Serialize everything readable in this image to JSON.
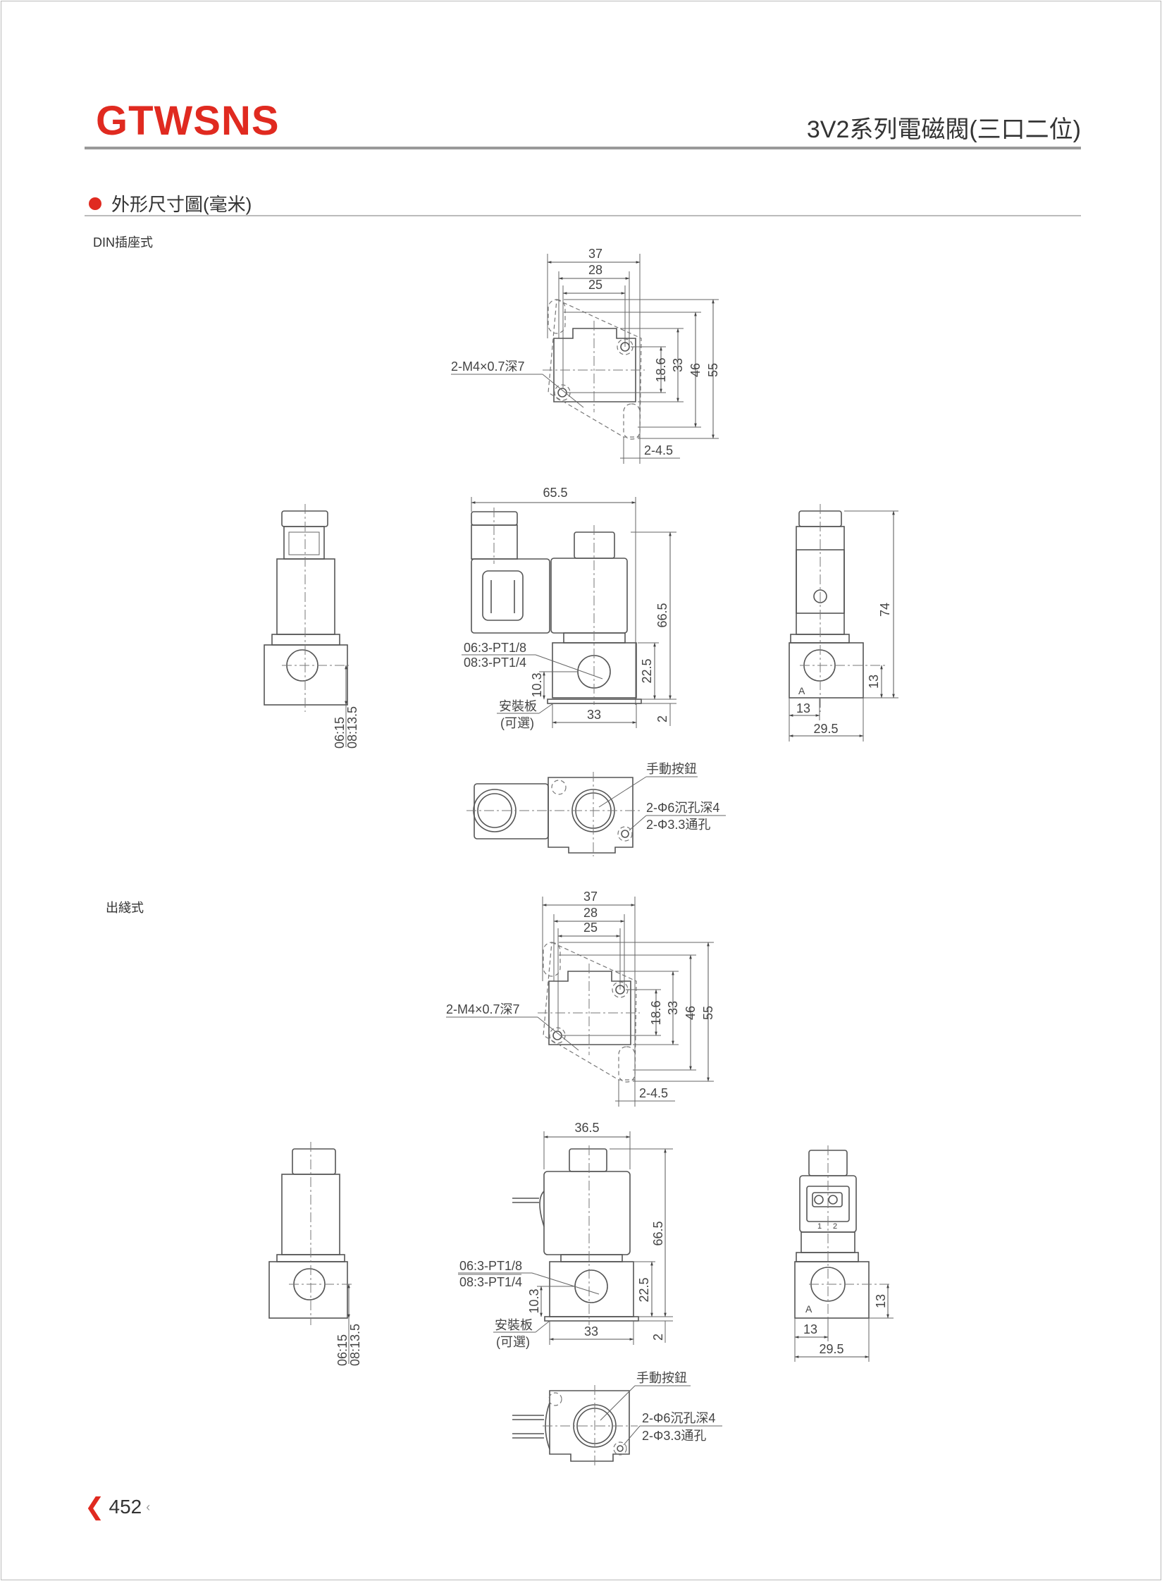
{
  "header": {
    "logo": "GTWSNS",
    "title": "3V2系列電磁閥(三口二位)"
  },
  "section": {
    "title": "外形尺寸圖(毫米)"
  },
  "din": {
    "label": "DIN插座式",
    "top": {
      "w37": "37",
      "w28": "28",
      "w25": "25",
      "h18": "18.6",
      "h33": "33",
      "h46": "46",
      "h55": "55",
      "thread": "2-M4×0.7深7",
      "slot": "2-4.5"
    },
    "front": {
      "w": "65.5",
      "h": "66.5",
      "h22": "22.5",
      "h10": "10.3",
      "h2": "2",
      "w33": "33",
      "port1": "06:3-PT1/8",
      "port2": "08:3-PT1/4",
      "plate": "安裝板",
      "optional": "(可選)"
    },
    "side": {
      "d1": "06:15",
      "d2": "08:13.5"
    },
    "right": {
      "h": "74",
      "h13": "13",
      "w13": "13",
      "w": "29.5",
      "port": "A"
    },
    "bottom": {
      "manual": "手動按鈕",
      "counter": "2-Φ6沉孔深4",
      "through": "2-Φ3.3通孔"
    }
  },
  "wire": {
    "label": "出綫式",
    "top": {
      "w37": "37",
      "w28": "28",
      "w25": "25",
      "h18": "18.6",
      "h33": "33",
      "h46": "46",
      "h55": "55",
      "thread": "2-M4×0.7深7",
      "slot": "2-4.5"
    },
    "front": {
      "w": "36.5",
      "h": "66.5",
      "h22": "22.5",
      "h10": "10.3",
      "h2": "2",
      "w33": "33",
      "port1": "06:3-PT1/8",
      "port2": "08:3-PT1/4",
      "plate": "安裝板",
      "optional": "(可選)"
    },
    "side": {
      "d1": "06:15",
      "d2": "08:13.5"
    },
    "right": {
      "h13": "13",
      "w13": "13",
      "w": "29.5",
      "port": "A",
      "pin1": "1",
      "pin2": "2"
    },
    "bottom": {
      "manual": "手動按鈕",
      "counter": "2-Φ6沉孔深4",
      "through": "2-Φ3.3通孔"
    }
  },
  "footer": {
    "page_number": "452"
  }
}
